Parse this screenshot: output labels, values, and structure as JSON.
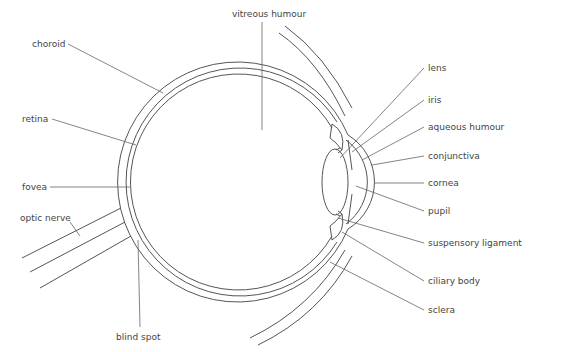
{
  "diagram": {
    "labels": [
      "vitreous humour",
      "choroid",
      "retina",
      "fovea",
      "optic nerve",
      "blind spot",
      "lens",
      "iris",
      "aqueous humour",
      "conjunctiva",
      "cornea",
      "pupil",
      "suspensory ligament",
      "ciliary body",
      "sclera"
    ]
  }
}
